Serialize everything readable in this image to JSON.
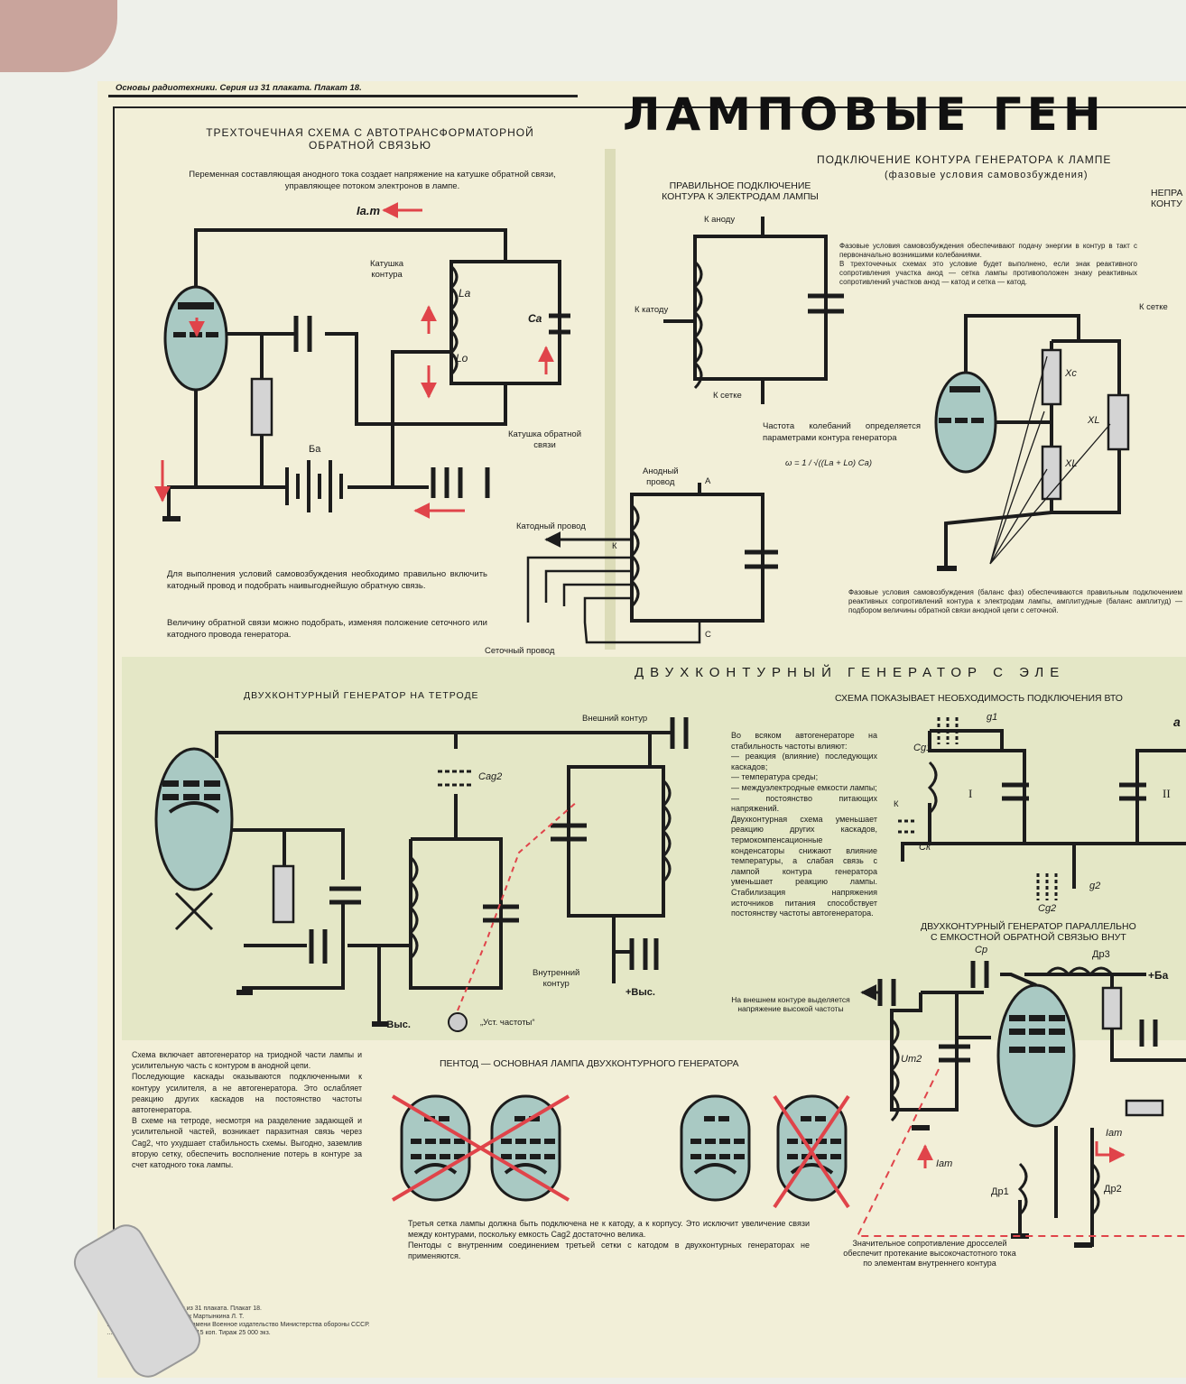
{
  "series_line": "Основы радиотехники. Серия из 31 плаката. Плакат 18.",
  "main_title": "ЛАМПОВЫЕ  ГЕН",
  "section1": {
    "title": "ТРЕХТОЧЕЧНАЯ СХЕМА С АВТОТРАНСФОРМАТОРНОЙ\nОБРАТНОЙ СВЯЗЬЮ",
    "intro": "Переменная составляющая анодного тока создает напряжение на катушке обратной связи, управляющее потоком электронов в лампе.",
    "label_current": "Iа.m",
    "label_coil": "Катушка\nконтура",
    "label_La": "Lа",
    "label_Lo": "Lо",
    "label_Ca": "Cа",
    "label_feedback": "Катушка обратной\nсвязи",
    "label_battery": "Бa",
    "para1": "Для выполнения условий самовозбуждения необходимо правильно включить катодный провод и подобрать наивыгоднейшую обратную связь.",
    "para2": "Величину обратной связи можно подобрать, изменяя положение сеточного или катодного провода генератора."
  },
  "section2": {
    "title": "ПОДКЛЮЧЕНИЕ КОНТУРА ГЕНЕРАТОРА К ЛАМПЕ",
    "subtitle": "(фазовые условия самовозбуждения)",
    "correct_title": "ПРАВИЛЬНОЕ ПОДКЛЮЧЕНИЕ\nКОНТУРА К ЭЛЕКТРОДАМ ЛАМПЫ",
    "to_anode": "К аноду",
    "to_cathode": "К катоду",
    "to_grid": "К сетке",
    "to_grid_right": "К сетке",
    "wrong_title": "НЕПРА\nКОНТУ",
    "freq_text": "Частота колебаний определяется параметрами контура генератора",
    "formula": "ω = 1 / √((Lа + Lо) Cа)",
    "phase_text": "Фазовые условия самовозбуждения обеспечивают подачу энергии в контур в такт с первоначально возникшими колебаниями.\n   В трехточечных схемах это условие будет выполнено, если знак реактивного сопротивления участка анод — сетка лампы противоположен знаку реактивных сопротивлений участков анод — катод и сетка — катод.",
    "xc": "Xc",
    "xl1": "XL",
    "xl2": "XL",
    "anode_wire": "Анодный\nпровод",
    "cathode_wire": "Катодный провод",
    "grid_wire": "Сеточный провод",
    "A": "А",
    "K": "К",
    "C": "С",
    "balance_text": "Фазовые условия самовозбуждения (баланс фаз) обеспечиваются правильным подключением реактивных сопротивлений контура к электродам лампы, амплитудные (баланс амплитуд) — подбором величины обратной связи анодной цепи с сеточной."
  },
  "section3": {
    "title": "ДВУХКОНТУРНЫЙ  ГЕНЕРАТОР  С  ЭЛЕ",
    "tetrode_title": "ДВУХКОНТУРНЫЙ ГЕНЕРАТОР НА ТЕТРОДЕ",
    "outer_circuit": "Внешний контур",
    "cag2": "Cag2",
    "inner_circuit": "Внутренний\nконтур",
    "plus_high1": "+Выс.",
    "plus_high2": "+Выс.",
    "freq_set": "„Уст. частоты“",
    "stability_text": "Во всяком автогенераторе на стабильность частоты влияют:\n— реакция (влияние) последующих каскадов;\n— температура среды;\n— междуэлектродные емкости лампы;\n— постоянство питающих напряжений.\nДвухконтурная схема уменьшает реакцию других каскадов, термокомпенсационные конденсаторы снижают влияние температуры, а слабая связь с лампой контура генератора уменьшает реакцию лампы. Стабилизация напряжения источников питания способствует постоянству частоты автогенератора.",
    "scheme_text": "СХЕМА ПОКАЗЫВАЕТ НЕОБХОДИМОСТЬ ПОДКЛЮЧЕНИЯ ВТО",
    "label_I": "I",
    "label_II": "II",
    "label_g1": "g1",
    "label_g2": "g2",
    "label_cg1": "Cg1",
    "label_cg2": "Cg2",
    "label_ck": "Cк",
    "label_k": "К",
    "label_a": "a",
    "parallel_title": "ДВУХКОНТУРНЫЙ ГЕНЕРАТОР ПАРАЛЛЕЛЬНО\nС ЕМКОСТНОЙ ОБРАТНОЙ СВЯЗЬЮ ВНУТ",
    "cp": "Cp",
    "dr3": "Др3",
    "dr1": "Др1",
    "dr2": "Др2",
    "plus_b": "+Ба",
    "outer_note": "На внешнем контуре выделяется напряжение высокой частоты",
    "um2": "Um2",
    "iam": "Iаm",
    "igm": "Iаm",
    "tetrode_text": "Схема включает автогенератор на триодной части лампы и усилительную часть с контуром в анодной цепи.\n   Последующие каскады оказываются подключенными к контуру усилителя, а не автогенератора. Это ослабляет реакцию других каскадов на постоянство частоты автогенератора.\n   В схеме на тетроде, несмотря на разделение задающей и усилительной частей, возникает паразитная связь через Cag2, что ухудшает стабильность схемы. Выгодно, заземлив вторую сетку, обеспечить восполнение потерь в контуре за счет катодного тока лампы.",
    "pentode_title": "ПЕНТОД — ОСНОВНАЯ ЛАМПА ДВУХКОНТУРНОГО ГЕНЕРАТОРА",
    "pentode_text": "Третья сетка лампы должна быть подключена не к катоду, а к корпусу. Это исключит увеличение связи между контурами, поскольку емкость Cag2 достаточно велика.\n   Пентоды с внутренним соединением третьей сетки с катодом в двухконтурных генераторах не применяются.",
    "choke_text": "Значительное сопротивление дросселей обеспечит протекание высокочастотного тока по элементам внутреннего контура"
  },
  "footer": "…вы радиотехники. Серия из 31 плаката. Плакат 18.\n…тор Турнин Л. М. Художник Мартынкина Л. Т.\n…ена Трудового Красного Знамени Военное издательство Министерства обороны СССР.\n…З135л. Москва—101 г. Цена 15 коп. Тираж 25 000 экз.",
  "colors": {
    "paper": "#f2efd8",
    "green_panel": "#e4e7c6",
    "tube": "#a9c9c3",
    "arrow": "#e0444a",
    "line": "#1c1c1c"
  }
}
